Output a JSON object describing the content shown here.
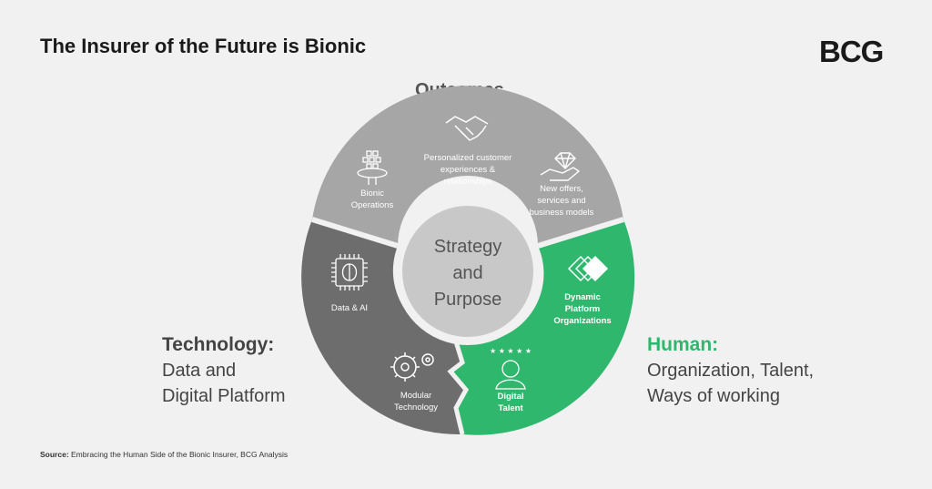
{
  "title": "The Insurer of the Future is Bionic",
  "logo": "BCG",
  "outcomes_label": "Outcomes",
  "center": [
    "Strategy",
    "and",
    "Purpose"
  ],
  "technology": {
    "head": "Technology:",
    "lines": [
      "Data and",
      "Digital Platform"
    ]
  },
  "human": {
    "head": "Human:",
    "lines": [
      "Organization, Talent,",
      "Ways of working"
    ]
  },
  "segments": {
    "bionic_operations": [
      "Bionic",
      "Operations"
    ],
    "personalized": [
      "Personalized customer",
      "experiences &",
      "relationships"
    ],
    "new_offers": [
      "New offers,",
      "services and",
      "business models"
    ],
    "data_ai": [
      "Data & AI"
    ],
    "modular": [
      "Modular",
      "Technology"
    ],
    "dynamic": [
      "Dynamic",
      "Platform",
      "Organizations"
    ],
    "digital_talent": [
      "Digital",
      "Talent"
    ]
  },
  "source": {
    "label": "Source:",
    "text": " Embracing the Human Side of the Bionic Insurer, BCG Analysis"
  },
  "colors": {
    "outcomes": "#a6a6a6",
    "technology": "#6d6d6d",
    "human": "#2fb86d",
    "center": "#c8c8c8",
    "background": "#f1f1f1"
  },
  "icons": [
    "network-icon",
    "handshake-icon",
    "hand-diamond-icon",
    "chip-brain-icon",
    "gears-icon",
    "layers-icon",
    "person-stars-icon"
  ]
}
